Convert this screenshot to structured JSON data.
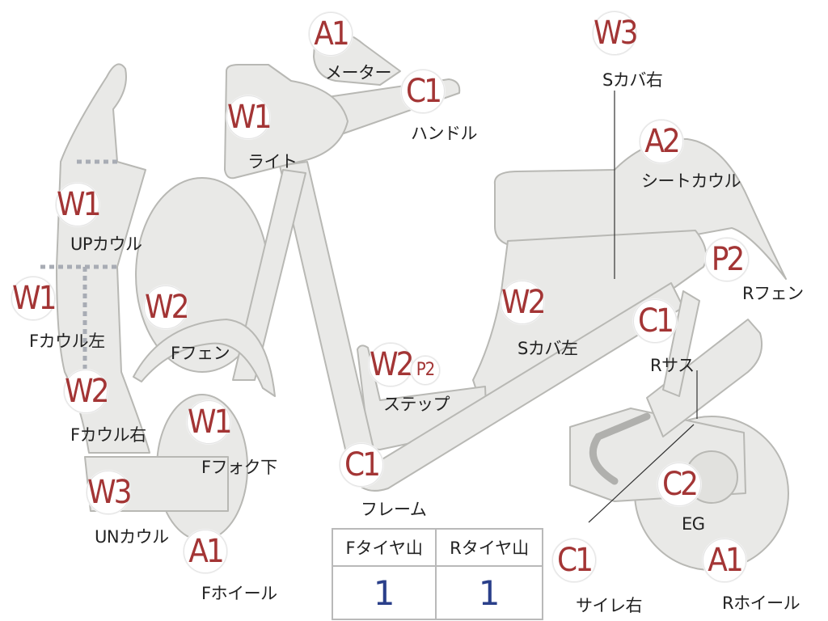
{
  "colors": {
    "part_fill": "#e9e9e7",
    "part_stroke": "#b8b8b4",
    "code": "#a33535",
    "value": "#2a3f8a",
    "dash": "#a8acb4",
    "leader": "#333333"
  },
  "parts": [
    {
      "code": "A1",
      "label": "メーター"
    },
    {
      "code": "C1",
      "label": "ハンドル"
    },
    {
      "code": "W3",
      "label": "Sカバ右"
    },
    {
      "code": "W1",
      "label": "ライト"
    },
    {
      "code": "A2",
      "label": "シートカウル"
    },
    {
      "code": "W1",
      "label": "UPカウル"
    },
    {
      "code": "P2",
      "label": "Rフェン"
    },
    {
      "code": "W1",
      "label": "Fカウル左"
    },
    {
      "code": "W2",
      "label": "Fフェン"
    },
    {
      "code": "W2",
      "label": "Sカバ左"
    },
    {
      "code": "C1",
      "label": "Rサス"
    },
    {
      "code": "W2",
      "code2": "P2",
      "label": "ステップ"
    },
    {
      "code": "W2",
      "label": "Fカウル右"
    },
    {
      "code": "W1",
      "label": "Fフォク下"
    },
    {
      "code": "C1",
      "label": "フレーム"
    },
    {
      "code": "C2",
      "label": "EG"
    },
    {
      "code": "W3",
      "label": "UNカウル"
    },
    {
      "code": "A1",
      "label": "Fホイール"
    },
    {
      "code": "C1",
      "label": "サイレ右"
    },
    {
      "code": "A1",
      "label": "Rホイール"
    }
  ],
  "tyre_table": {
    "headers": [
      "Fタイヤ山",
      "Rタイヤ山"
    ],
    "values": [
      "1",
      "1"
    ]
  }
}
